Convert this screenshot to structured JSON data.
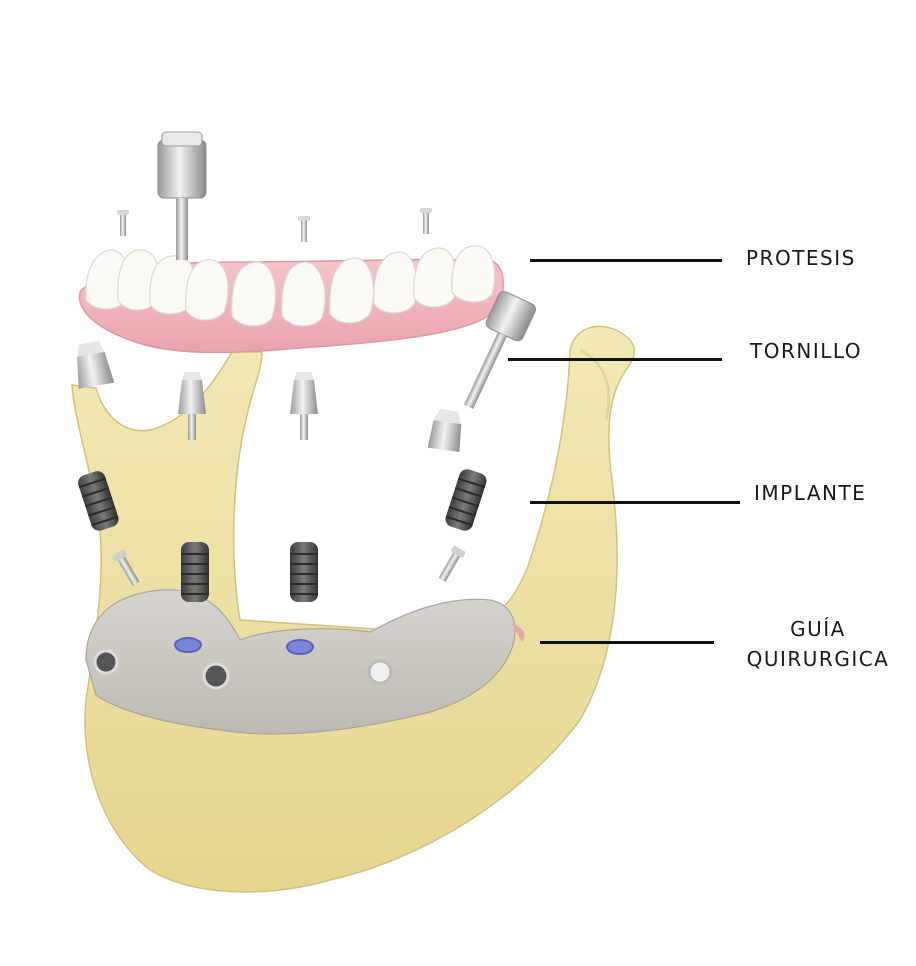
{
  "labels": {
    "protesis": "PROTESIS",
    "tornillo": "TORNILLO",
    "implante": "IMPLANTE",
    "guia_line1": "GUÍA",
    "guia_line2": "QUIRURGICA"
  },
  "colors": {
    "bone": "#efe3a5",
    "bone_shadow": "#d9c98a",
    "gum": "#f2b7bf",
    "teeth": "#fbfaf5",
    "guide": "#c9c6c0",
    "implant": "#5a5a5a",
    "metal": "#d7d7d7",
    "sleeve": "#7b86d8",
    "leader": "#111111"
  }
}
